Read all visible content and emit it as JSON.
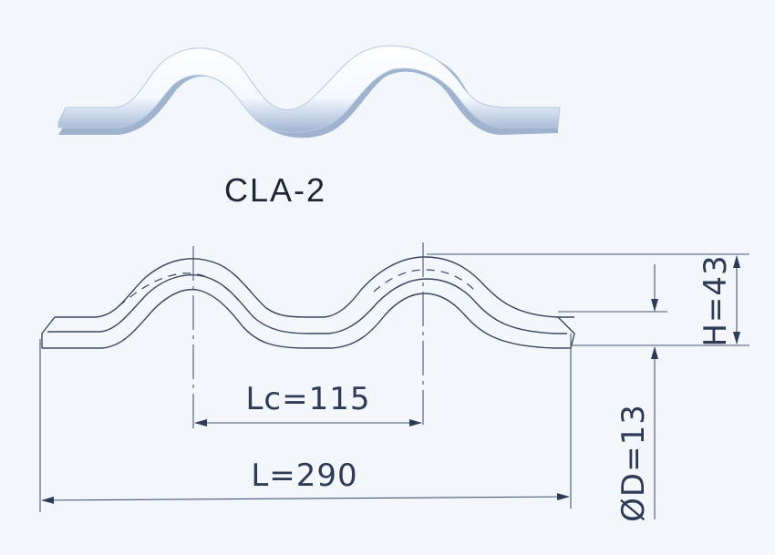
{
  "model_label": "CLA-2",
  "dimensions": {
    "lc": "Lc=115",
    "l": "L=290",
    "h": "H=43",
    "d": "ØD=13"
  },
  "colors": {
    "background": "#f3f6fb",
    "lines": "#3a4560",
    "product_fill": "#ffffff",
    "product_shadow": "#8fa6c6"
  }
}
